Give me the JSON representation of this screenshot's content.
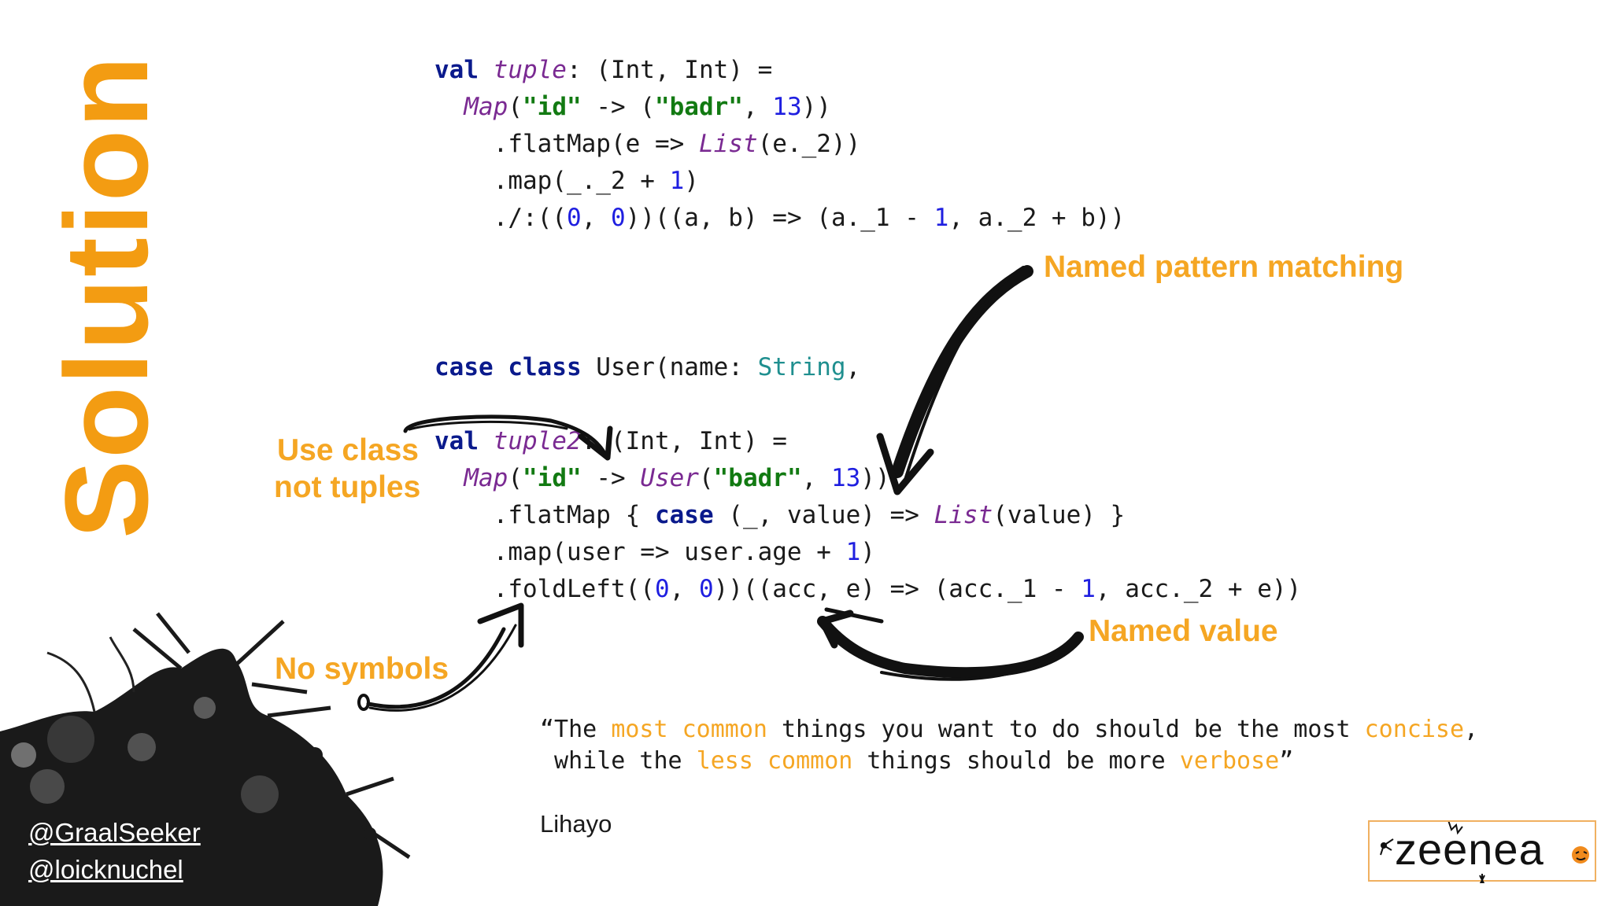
{
  "slide": {
    "title": "Solution",
    "code_top": [
      [
        {
          "t": "val ",
          "c": "kw"
        },
        {
          "t": "tuple",
          "c": "ty"
        },
        {
          "t": ": (Int, Int) ="
        }
      ],
      [
        {
          "t": "  "
        },
        {
          "t": "Map",
          "c": "ty"
        },
        {
          "t": "("
        },
        {
          "t": "\"id\"",
          "c": "str"
        },
        {
          "t": " -> ("
        },
        {
          "t": "\"badr\"",
          "c": "str"
        },
        {
          "t": ", "
        },
        {
          "t": "13",
          "c": "num"
        },
        {
          "t": "))"
        }
      ],
      [
        {
          "t": "    .flatMap(e => "
        },
        {
          "t": "List",
          "c": "ty"
        },
        {
          "t": "(e._2))"
        }
      ],
      [
        {
          "t": "    .map(_._2 + "
        },
        {
          "t": "1",
          "c": "num"
        },
        {
          "t": ")"
        }
      ],
      [
        {
          "t": "    ./:(("
        },
        {
          "t": "0",
          "c": "num"
        },
        {
          "t": ", "
        },
        {
          "t": "0",
          "c": "num"
        },
        {
          "t": "))((a, b) => (a._1 - "
        },
        {
          "t": "1",
          "c": "num"
        },
        {
          "t": ", a._2 + b))"
        }
      ]
    ],
    "code_class": [
      [
        {
          "t": "case class",
          "c": "kw"
        },
        {
          "t": " User(name: "
        },
        {
          "t": "String",
          "c": "tyc"
        },
        {
          "t": ","
        }
      ]
    ],
    "code_bottom": [
      [
        {
          "t": "val ",
          "c": "kw"
        },
        {
          "t": "tuple2",
          "c": "ty"
        },
        {
          "t": ": (Int, Int) ="
        }
      ],
      [
        {
          "t": "  "
        },
        {
          "t": "Map",
          "c": "ty"
        },
        {
          "t": "("
        },
        {
          "t": "\"id\"",
          "c": "str"
        },
        {
          "t": " -> "
        },
        {
          "t": "User",
          "c": "ty"
        },
        {
          "t": "("
        },
        {
          "t": "\"badr\"",
          "c": "str"
        },
        {
          "t": ", "
        },
        {
          "t": "13",
          "c": "num"
        },
        {
          "t": "))"
        }
      ],
      [
        {
          "t": "    .flatMap { "
        },
        {
          "t": "case",
          "c": "kw"
        },
        {
          "t": " (_, value) => "
        },
        {
          "t": "List",
          "c": "ty"
        },
        {
          "t": "(value) }"
        }
      ],
      [
        {
          "t": "    .map(user => user.age + "
        },
        {
          "t": "1",
          "c": "num"
        },
        {
          "t": ")"
        }
      ],
      [
        {
          "t": "    .foldLeft(("
        },
        {
          "t": "0",
          "c": "num"
        },
        {
          "t": ", "
        },
        {
          "t": "0",
          "c": "num"
        },
        {
          "t": "))((acc, e) => (acc._1 - "
        },
        {
          "t": "1",
          "c": "num"
        },
        {
          "t": ", acc._2 + e))"
        }
      ]
    ],
    "annotations": {
      "named_pattern": "Named pattern matching",
      "use_class_1": "Use class",
      "use_class_2": "not tuples",
      "named_value": "Named value",
      "no_symbols": "No symbols"
    },
    "quote": [
      [
        {
          "t": "“The "
        },
        {
          "t": "most common",
          "c": "hl"
        },
        {
          "t": " things you want to do should be the most "
        },
        {
          "t": "concise",
          "c": "hl"
        },
        {
          "t": ","
        }
      ],
      [
        {
          "t": " while the "
        },
        {
          "t": "less common",
          "c": "hl"
        },
        {
          "t": " things should be more "
        },
        {
          "t": "verbose",
          "c": "hl"
        },
        {
          "t": "”"
        }
      ]
    ],
    "quote_author": "Lihayo",
    "handles": [
      "@GraalSeeker",
      "@loicknuchel"
    ],
    "logo": "zeenea",
    "colors": {
      "accent": "#f5a623",
      "title": "#f39c12",
      "keyword": "#0a1a8c",
      "type": "#7a2a92",
      "string": "#127a12",
      "number": "#1f1fe0"
    }
  }
}
